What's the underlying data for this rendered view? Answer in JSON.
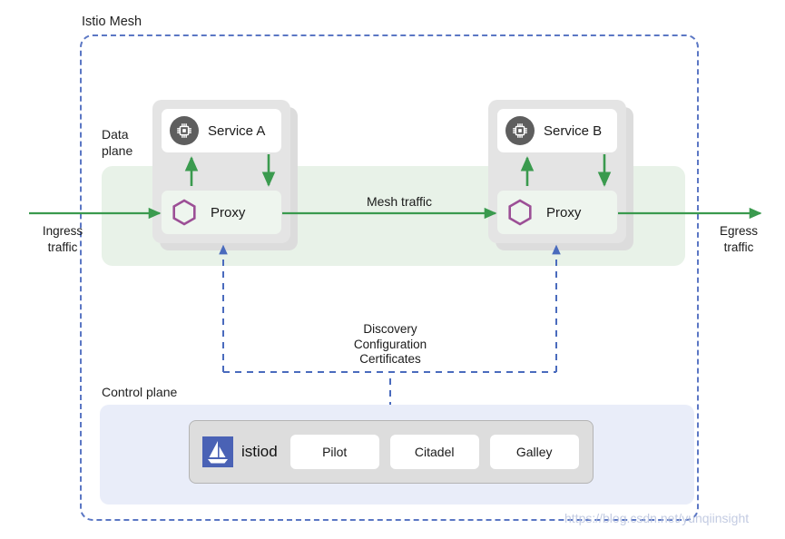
{
  "diagram": {
    "title": "Istio Mesh",
    "mesh_label": "Istio Mesh",
    "data_plane_label": "Data\nplane",
    "data_plane_label_line1": "Data",
    "data_plane_label_line2": "plane",
    "control_plane_label": "Control plane",
    "ingress_label_line1": "Ingress",
    "ingress_label_line2": "traffic",
    "egress_label_line1": "Egress",
    "egress_label_line2": "traffic",
    "mesh_traffic_label": "Mesh traffic",
    "discovery_line1": "Discovery",
    "discovery_line2": "Configuration",
    "discovery_line3": "Certificates",
    "watermark": "https://blog.csdn.net/yunqiinsight"
  },
  "pods": [
    {
      "id": "pod-a",
      "service_label": "Service A",
      "service_icon": "cpu-chip-icon",
      "proxy_label": "Proxy",
      "proxy_icon": "hexagon-icon"
    },
    {
      "id": "pod-b",
      "service_label": "Service B",
      "service_icon": "cpu-chip-icon",
      "proxy_label": "Proxy",
      "proxy_icon": "hexagon-icon"
    }
  ],
  "control_plane": {
    "istiod_name": "istiod",
    "istiod_logo": "sailboat-icon",
    "components": [
      {
        "label": "Pilot"
      },
      {
        "label": "Citadel"
      },
      {
        "label": "Galley"
      }
    ]
  },
  "colors": {
    "mesh_border": "#5b77c4",
    "data_plane_band": "#e8f2e8",
    "control_plane_panel": "#e9edf9",
    "istiod_box": "#dddddd",
    "pod_container": "#e4e4e4",
    "traffic_arrow_green": "#3a9a4e",
    "proxy_hexagon_purple": "#9c4f96",
    "service_icon_gray": "#5e5e5e",
    "istiod_logo_blue": "#4a62b5"
  }
}
